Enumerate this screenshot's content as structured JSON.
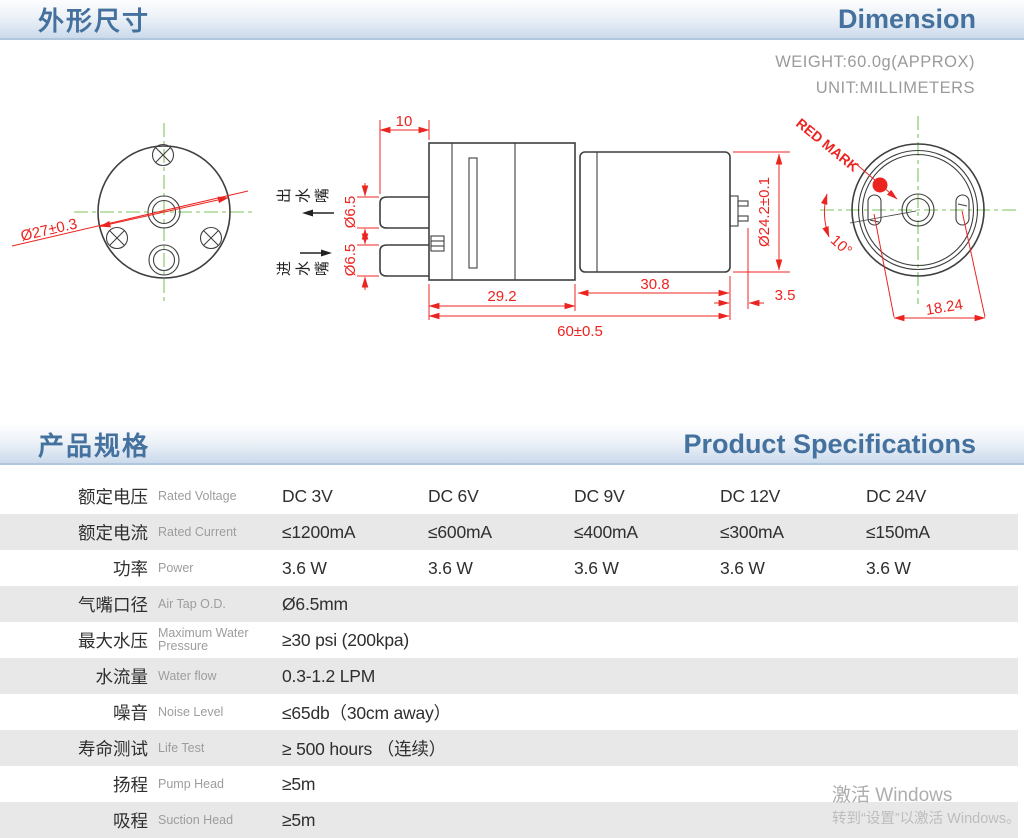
{
  "dimension_section": {
    "title_cn": "外形尺寸",
    "title_en": "Dimension",
    "weight": "WEIGHT:60.0g(APPROX)",
    "unit": "UNIT:MILLIMETERS"
  },
  "drawing": {
    "front_view": {
      "diameter": "Ø27±0.3"
    },
    "side_view": {
      "nozzle_offset": "10",
      "outlet": "出水嘴",
      "inlet": "进水嘴",
      "outlet_od": "Ø6.5",
      "inlet_od": "Ø6.5",
      "pump_length": "29.2",
      "motor_length": "30.8",
      "terminal_length": "3.5",
      "total_length": "60±0.5",
      "motor_diameter": "Ø24.2±0.1"
    },
    "back_view": {
      "red_mark": "RED MARK",
      "angle": "10°",
      "slot_spacing": "18.24"
    }
  },
  "spec_section": {
    "title_cn": "产品规格",
    "title_en": "Product Specifications"
  },
  "spec_table": {
    "rows": [
      {
        "cn": "额定电压",
        "en": "Rated Voltage",
        "values": [
          "DC 3V",
          "DC 6V",
          "DC 9V",
          "DC 12V",
          "DC 24V"
        ]
      },
      {
        "cn": "额定电流",
        "en": "Rated Current",
        "values": [
          "≤1200mA",
          "≤600mA",
          "≤400mA",
          "≤300mA",
          "≤150mA"
        ]
      },
      {
        "cn": "功率",
        "en": "Power",
        "values": [
          "3.6 W",
          "3.6 W",
          "3.6 W",
          "3.6 W",
          "3.6 W"
        ]
      },
      {
        "cn": "气嘴口径",
        "en": "Air Tap O.D.",
        "values": [
          "Ø6.5mm"
        ]
      },
      {
        "cn": "最大水压",
        "en": "Maximum Water Pressure",
        "values": [
          "≥30 psi (200kpa)"
        ]
      },
      {
        "cn": "水流量",
        "en": "Water flow",
        "values": [
          "0.3-1.2 LPM"
        ]
      },
      {
        "cn": "噪音",
        "en": "Noise Level",
        "values": [
          "≤65db（30cm away）"
        ]
      },
      {
        "cn": "寿命测试",
        "en": "Life Test",
        "values": [
          "≥ 500 hours （连续）"
        ]
      },
      {
        "cn": "扬程",
        "en": "Pump Head",
        "values": [
          "≥5m"
        ]
      },
      {
        "cn": "吸程",
        "en": "Suction Head",
        "values": [
          "≥5m"
        ]
      }
    ]
  },
  "watermark": {
    "line1": "激活 Windows",
    "line2": "转到“设置”以激活 Windows。"
  }
}
